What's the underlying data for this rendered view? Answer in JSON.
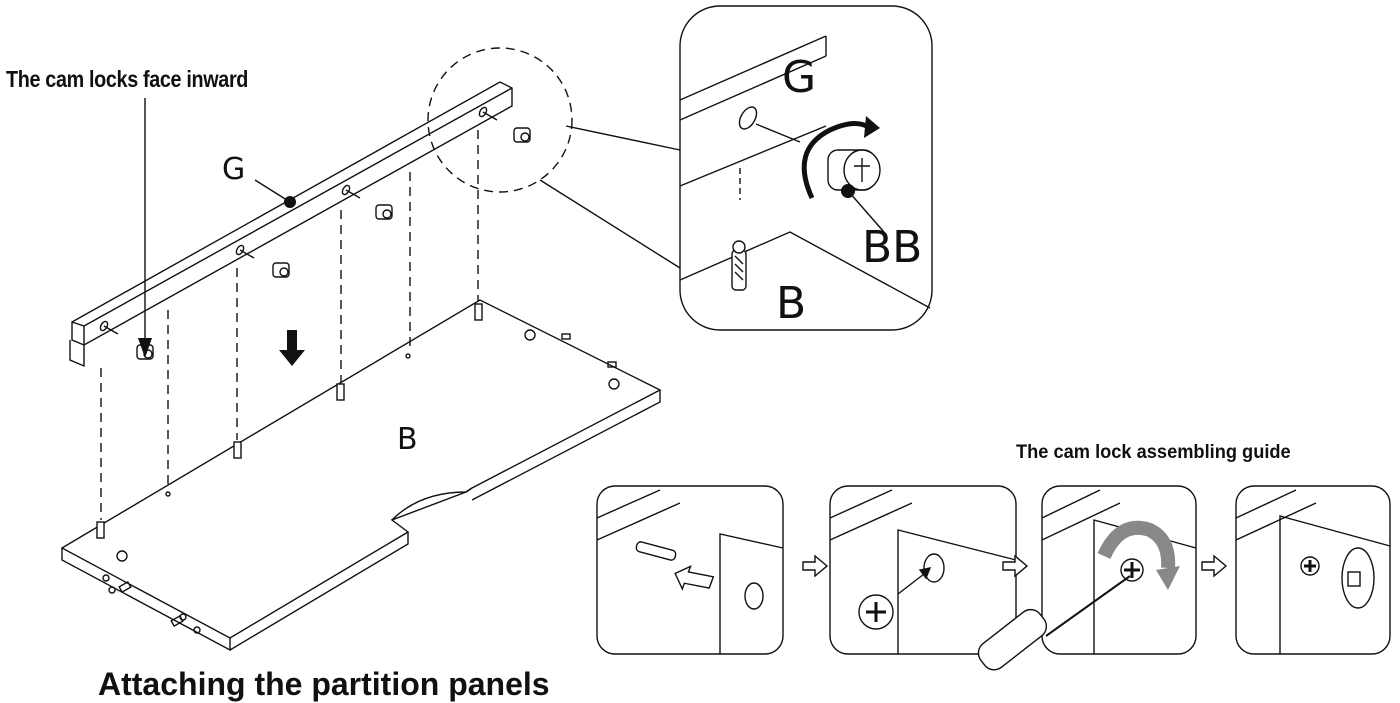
{
  "main": {
    "callout_text": "The cam locks face inward",
    "panel_g_label": "G",
    "panel_b_label": "B",
    "caption": "Attaching the partition panels"
  },
  "detail": {
    "label_g": "G",
    "label_bb": "BB",
    "label_b": "B"
  },
  "guide": {
    "title": "The cam lock assembling guide",
    "steps": [
      {
        "name": "step-1-insert-bolt"
      },
      {
        "name": "step-2-insert-cam-lock"
      },
      {
        "name": "step-3-turn-screwdriver"
      },
      {
        "name": "step-4-locked"
      }
    ]
  },
  "colors": {
    "ink": "#111111",
    "rotation_arrow": "#888888",
    "background": "#ffffff"
  }
}
